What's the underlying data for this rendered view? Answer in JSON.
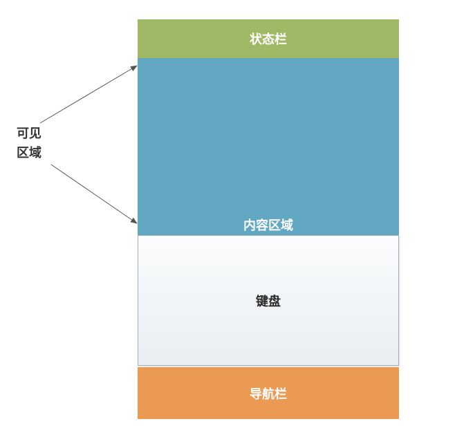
{
  "diagram": {
    "visible_region_line1": "可见",
    "visible_region_line2": "区域",
    "status_bar": "状态栏",
    "content_area": "内容区域",
    "keyboard": "键盘",
    "navigation_bar": "导航栏"
  },
  "colors": {
    "status_bar": "#9fb966",
    "content_area": "#62a8c3",
    "keyboard_top": "#fbfcfd",
    "keyboard_bottom": "#e8eef2",
    "navigation_bar": "#eb9a54",
    "arrow": "#555555"
  }
}
